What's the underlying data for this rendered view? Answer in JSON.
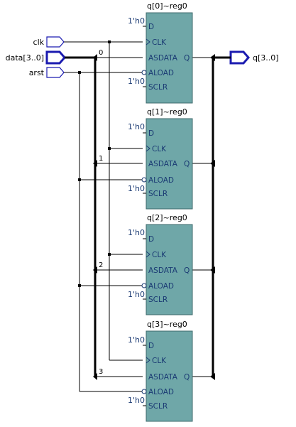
{
  "ports": {
    "clk": "clk",
    "data": "data[3..0]",
    "arst": "arst",
    "q": "q[3..0]"
  },
  "registers": [
    {
      "title": "q[0]~reg0",
      "bus_index": "0"
    },
    {
      "title": "q[1]~reg0",
      "bus_index": "1"
    },
    {
      "title": "q[2]~reg0",
      "bus_index": "2"
    },
    {
      "title": "q[3]~reg0",
      "bus_index": "3"
    }
  ],
  "pins": {
    "d": "D",
    "clk": "CLK",
    "asdata": "ASDATA",
    "q": "Q",
    "aload": "ALOAD",
    "sclr": "SCLR"
  },
  "constant": "1'h0",
  "colors": {
    "register_fill": "#6fa7a8",
    "register_border": "#3c6a6b",
    "port_outline": "#1b1bb0",
    "pin_text": "#1a3a73",
    "wire": "#000000"
  }
}
